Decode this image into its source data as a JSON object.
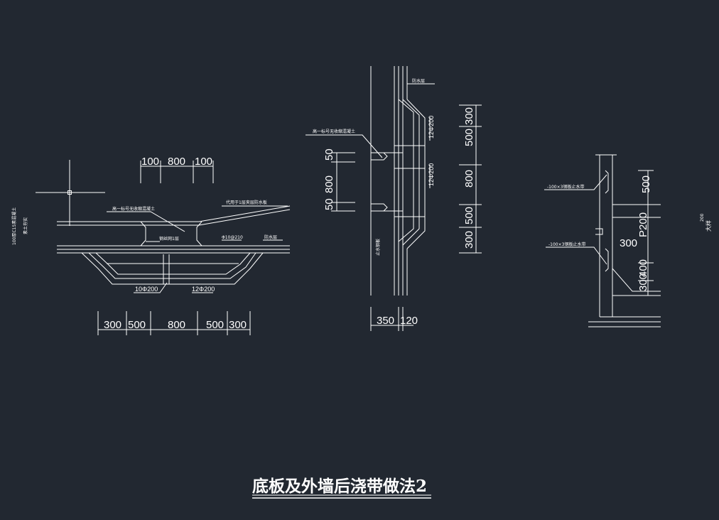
{
  "title": "底板及外墙后浇带做法2",
  "colors": {
    "background": "#222831",
    "lines": "#ffffff"
  },
  "detail1": {
    "top_dims": [
      "100",
      "800",
      "100"
    ],
    "bottom_dims": [
      "300",
      "500",
      "800",
      "500",
      "300"
    ],
    "labels": {
      "concrete": "高一标号无收缩混凝土",
      "board": "钢丝网1层",
      "rebar1": "Φ10@210",
      "waterproof": "防水层",
      "protect": "代用于1层夹层防水板",
      "rebar2": "10Φ200",
      "rebar3": "12Φ200",
      "side1": "100厚C15素混凝土",
      "side2": "素土夯实"
    }
  },
  "detail2": {
    "right_dims": [
      "300",
      "500",
      "800",
      "500",
      "300"
    ],
    "left_dims": [
      "50",
      "800",
      "50"
    ],
    "bottom_dims": [
      "350",
      "120"
    ],
    "labels": {
      "waterproof": "防水层",
      "concrete": "高一标号无收缩混凝土",
      "rebar_a": "12Φ200",
      "rebar_b": "12Φ200",
      "side": "止水钢板"
    }
  },
  "detail3": {
    "right_dims": [
      "500",
      "P200",
      "300",
      "400",
      "300"
    ],
    "labels": {
      "stop1": "-100×3钢板止水带",
      "stop2": "-100×3钢板止水带"
    }
  },
  "side_note": {
    "value": "200",
    "text": "大样"
  }
}
